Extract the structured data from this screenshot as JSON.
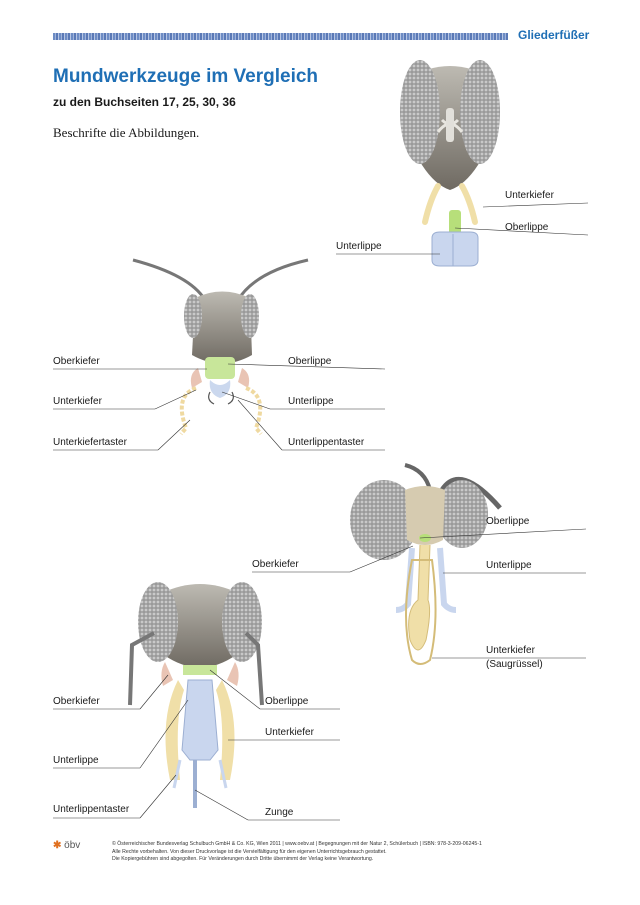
{
  "header": {
    "section": "Gliederfüßer",
    "title": "Mundwerkzeuge im Vergleich",
    "subtitle": "zu den Buchseiten 17, 25, 30, 36",
    "instruction": "Beschrifte die Abbildungen."
  },
  "figures": {
    "bee_top": {
      "labels": [
        "Unterkiefer",
        "Oberlippe",
        "Unterlippe"
      ]
    },
    "grasshopper": {
      "labels": [
        "Oberkiefer",
        "Oberlippe",
        "Unterkiefer",
        "Unterlippe",
        "Unterkiefertaster",
        "Unterlippentaster"
      ]
    },
    "butterfly": {
      "labels": [
        "Oberlippe",
        "Oberkiefer",
        "Unterlippe",
        "Unterkiefer",
        "(Saugrüssel)"
      ]
    },
    "bee_bottom": {
      "labels": [
        "Oberkiefer",
        "Oberlippe",
        "Unterkiefer",
        "Unterlippe",
        "Unterlippentaster",
        "Zunge"
      ]
    }
  },
  "footer": {
    "logo_text": "öbv",
    "logo_icon": "star-icon",
    "lines": [
      "© Österreichischer Bundesverlag Schulbuch GmbH & Co. KG, Wien 2011 | www.oebv.at | Begegnungen mit der Natur 2, Schülerbuch | ISBN: 978-3-209-06245-1",
      "Alle Rechte vorbehalten. Von dieser Druckvorlage ist die Vervielfältigung für den eigenen Unterrichtsgebrauch gestattet.",
      "Die Kopiergebühren sind abgegolten. Für Veränderungen durch Dritte übernimmt der Verlag keine Verantwortung."
    ]
  }
}
